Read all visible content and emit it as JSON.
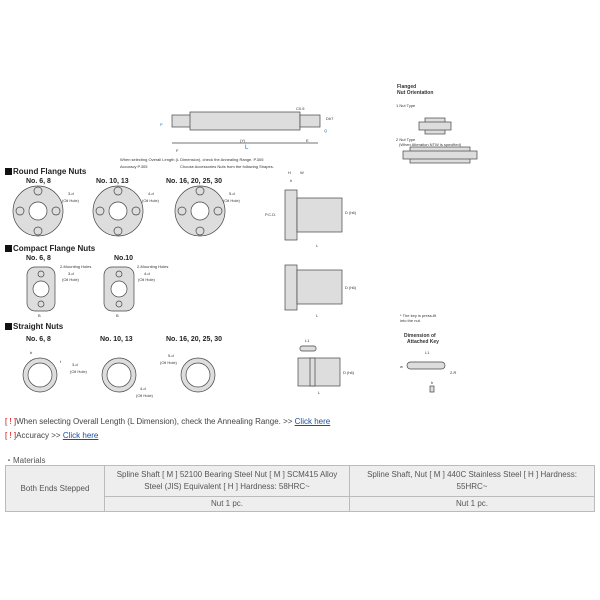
{
  "drawing": {
    "shaft_labels": {
      "F": "F",
      "Y": "(Y)",
      "E": "E",
      "L": "L",
      "P": "P",
      "Q": "Q",
      "Dh7": "Dh7",
      "chamfer": "C0.5"
    },
    "orientation": {
      "title_line1": "Flanged",
      "title_line2": "Nut Orientation",
      "type1": "1 Nut Type",
      "type2": "2 Nut Type",
      "type2_note": "(When Alteration NTW is specified)"
    },
    "notes_small": [
      "When selecting Overall Length (L Dimension), check the Annealing Range. P.305",
      "Accuracy P.305",
      "Choose Accessories Nuts from the following Shapes."
    ],
    "sections": {
      "round": {
        "title": "Round Flange Nuts",
        "sizes": [
          "No. 6, 8",
          "No. 10, 13",
          "No. 16, 20, 25, 30"
        ],
        "holes": [
          "3-d",
          "4-d",
          "5-d"
        ],
        "oil": "(Oil Hole)"
      },
      "compact": {
        "title": "Compact Flange Nuts",
        "sizes": [
          "No. 6, 8",
          "No.10"
        ],
        "mount": "2-Mounting Holes",
        "holes": [
          "3-d",
          "4-d"
        ],
        "oil": "(Oil Hole)",
        "B": "B"
      },
      "straight": {
        "title": "Straight Nuts",
        "sizes": [
          "No. 6, 8",
          "No. 10, 13",
          "No. 16, 20, 25, 30"
        ],
        "holes": [
          "3-d",
          "4-d",
          "5-d"
        ],
        "oil": "(Oil Hole)",
        "b": "b",
        "t": "t"
      }
    },
    "side_labels": {
      "H": "H",
      "W": "W",
      "h": "h",
      "L": "L",
      "D": "D (h6)",
      "PCD": "P.C.D.",
      "Df": "Df",
      "L1": "L1"
    },
    "key_note": "* The key is press-fit into the nut.",
    "key": {
      "title_line1": "Dimension of",
      "title_line2": "Attached Key",
      "L1": "L1",
      "w": "w",
      "R": "2-R",
      "b": "b"
    }
  },
  "notes": [
    {
      "bracket": "[ ! ]",
      "text": "When selecting Overall Length (L Dimension), check the Annealing Range. >> ",
      "link": "Click here"
    },
    {
      "bracket": "[ ! ]",
      "text": "Accuracy >> ",
      "link": "Click here"
    }
  ],
  "materials": {
    "label": "・Materials",
    "row_header": "Both Ends Stepped",
    "col1": "Spline Shaft [ M ] 52100 Bearing Steel Nut [ M ] SCM415 Alloy Steel (JIS) Equivalent [ H ] Hardness: 58HRC~",
    "col2": "Spline Shaft, Nut [ M ] 440C Stainless Steel [ H ] Hardness: 55HRC~",
    "col1_nut": "Nut 1 pc.",
    "col2_nut": "Nut 1 pc."
  }
}
